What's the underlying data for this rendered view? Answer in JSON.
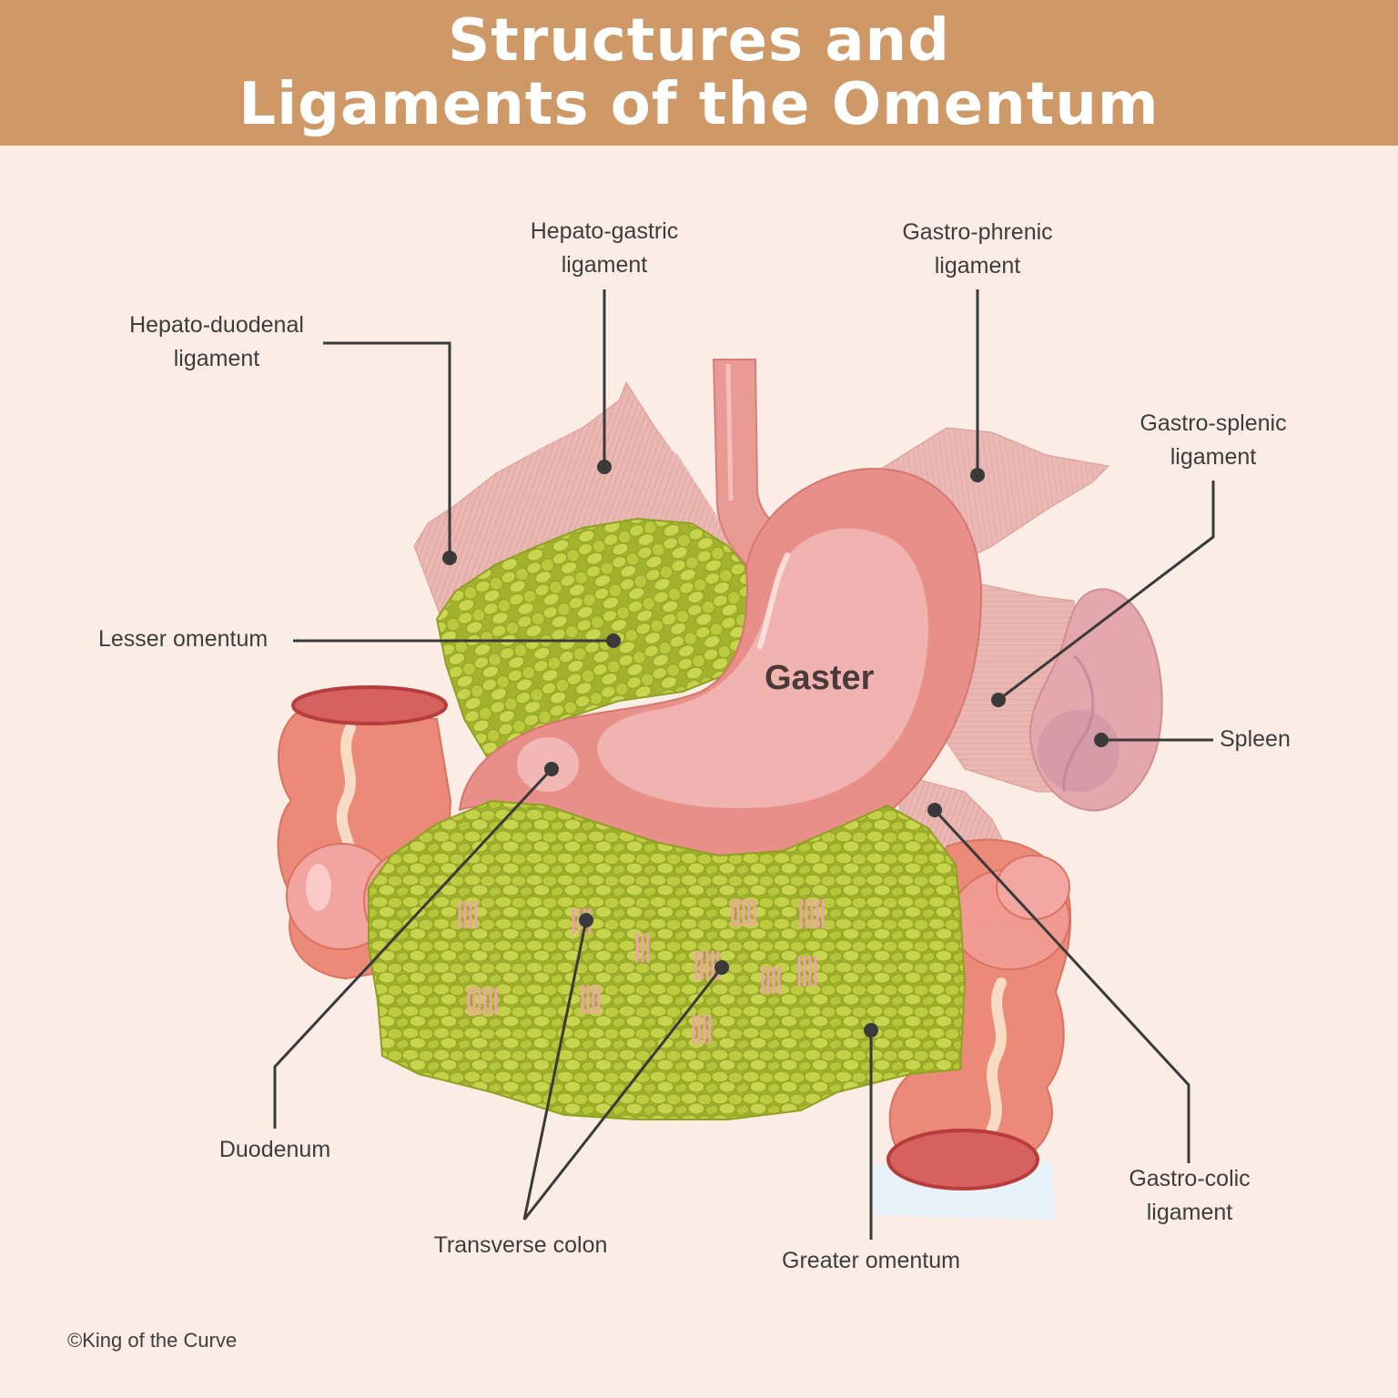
{
  "title": {
    "line1": "Structures and",
    "line2": "Ligaments of the Omentum"
  },
  "organ_label": "Gaster",
  "labels": {
    "hepato_gastric": {
      "line1": "Hepato-gastric",
      "line2": "ligament"
    },
    "gastro_phrenic": {
      "line1": "Gastro-phrenic",
      "line2": "ligament"
    },
    "hepato_duodenal": {
      "line1": "Hepato-duodenal",
      "line2": "ligament"
    },
    "gastro_splenic": {
      "line1": "Gastro-splenic",
      "line2": "ligament"
    },
    "lesser_omentum": "Lesser omentum",
    "spleen": "Spleen",
    "duodenum": "Duodenum",
    "gastro_colic": {
      "line1": "Gastro-colic",
      "line2": "ligament"
    },
    "transverse_colon": "Transverse colon",
    "greater_omentum": "Greater omentum"
  },
  "copyright": "©King of the Curve",
  "colors": {
    "header": "#cf9867",
    "background": "#fbede6",
    "stomach": "#e88f8a",
    "omentum": "#b5c43a",
    "ligament": "#e9b3b0",
    "colon": "#ec8a7a",
    "spleen": "#e3a7ad"
  }
}
